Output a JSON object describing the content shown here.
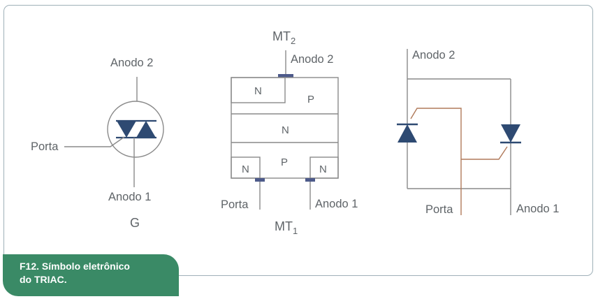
{
  "symbol": {
    "anode2": "Anodo 2",
    "gate": "Porta",
    "anode1": "Anodo 1",
    "letter": "G"
  },
  "structure": {
    "mt2_main": "MT",
    "mt2_sub": "2",
    "anode2": "Anodo 2",
    "top_n": "N",
    "top_p": "P",
    "mid_n": "N",
    "bottom_n_left": "N",
    "bottom_p": "P",
    "bottom_n_right": "N",
    "gate": "Porta",
    "anode1": "Anodo 1",
    "mt1_main": "MT",
    "mt1_sub": "1"
  },
  "equivalent": {
    "anode2": "Anodo 2",
    "gate": "Porta",
    "anode1": "Anodo 1"
  },
  "caption": {
    "line1": "F12. Símbolo eletrônico",
    "line2": "do TRIAC."
  },
  "colors": {
    "line": "#8a8a8a",
    "diode_fill": "#2e4a72",
    "contact": "#4d5a8a",
    "copper": "#b07a5a",
    "caption_bg": "#3a8a66"
  }
}
